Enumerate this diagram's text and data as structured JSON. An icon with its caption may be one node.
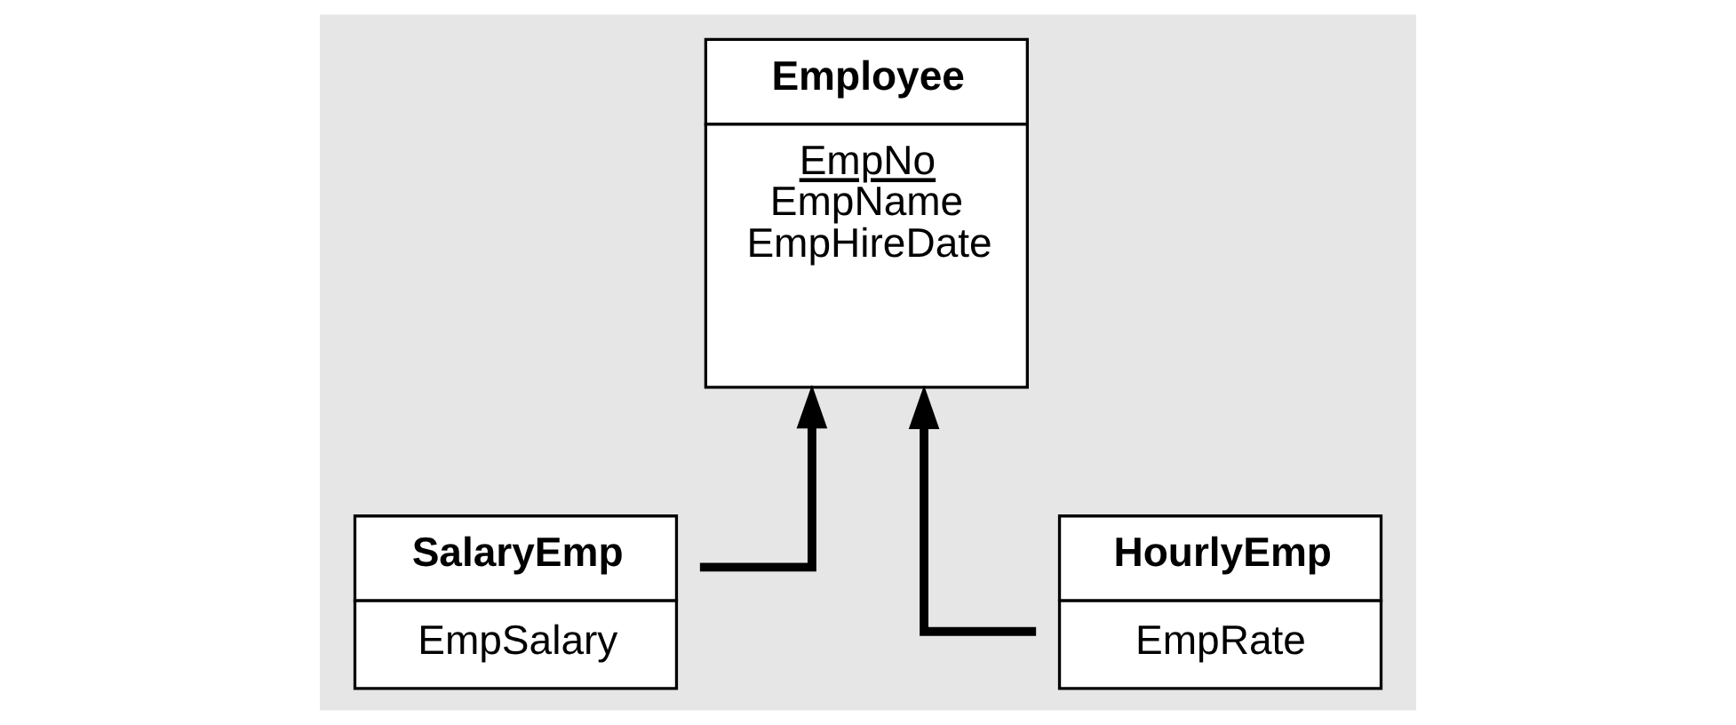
{
  "diagram": {
    "nodes": [
      {
        "text": [
          "Employee",
          "EmpNo",
          "EmpName",
          "EmpHireDate"
        ]
      },
      {
        "text": [
          "SalaryEmp",
          "EmpSalary"
        ]
      },
      {
        "text": [
          "HourlyEmp",
          "EmpRate"
        ]
      }
    ],
    "edges": [
      {
        "from": 1,
        "to": 0,
        "arrow": "to"
      },
      {
        "from": 2,
        "to": 0,
        "arrow": "to"
      }
    ]
  }
}
